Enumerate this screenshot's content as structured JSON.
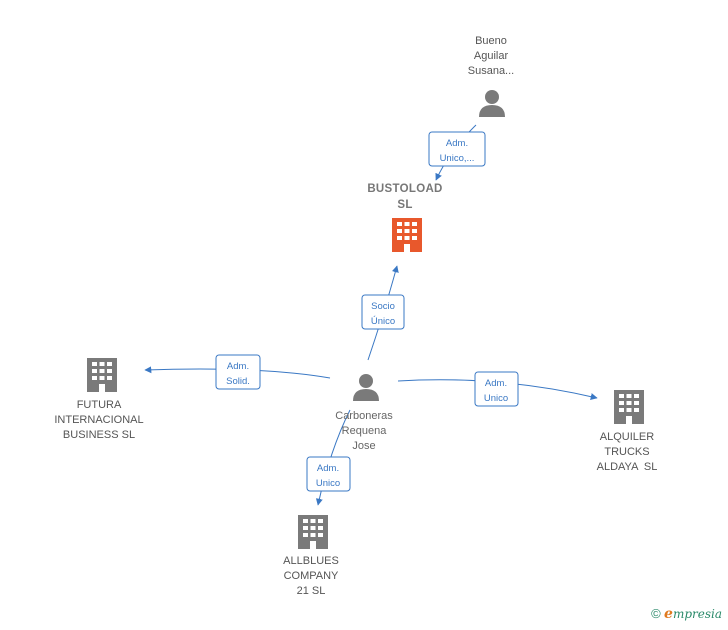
{
  "colors": {
    "edge": "#3a78c4",
    "company_main": "#e8582c",
    "company": "#7a7a7a",
    "person": "#7a7a7a"
  },
  "nodes": {
    "bueno": {
      "lines": [
        "Bueno",
        "Aguilar",
        "Susana..."
      ],
      "icon": "person-icon"
    },
    "bustoload": {
      "lines": [
        "BUSTOLOAD",
        "SL"
      ],
      "icon": "building-icon"
    },
    "carboneras": {
      "lines": [
        "Carboneras",
        "Requena",
        "Jose"
      ],
      "icon": "person-icon"
    },
    "futura": {
      "lines": [
        "FUTURA",
        "INTERNACIONAL",
        "BUSINESS SL"
      ],
      "icon": "building-icon"
    },
    "alquiler": {
      "lines": [
        "ALQUILER",
        "TRUCKS",
        "ALDAYA  SL"
      ],
      "icon": "building-icon"
    },
    "allblues": {
      "lines": [
        "ALLBLUES",
        "COMPANY",
        "21 SL"
      ],
      "icon": "building-icon"
    }
  },
  "edges": {
    "bueno_bustoload": [
      "Adm.",
      "Unico,..."
    ],
    "carboneras_bustoload": [
      "Socio",
      "Único"
    ],
    "carboneras_futura": [
      "Adm.",
      "Solid."
    ],
    "carboneras_alquiler": [
      "Adm.",
      "Unico"
    ],
    "carboneras_allblues": [
      "Adm.",
      "Unico"
    ]
  },
  "watermark": {
    "copyright": "©",
    "brand_e": "e",
    "brand_rest": "mpresia"
  }
}
